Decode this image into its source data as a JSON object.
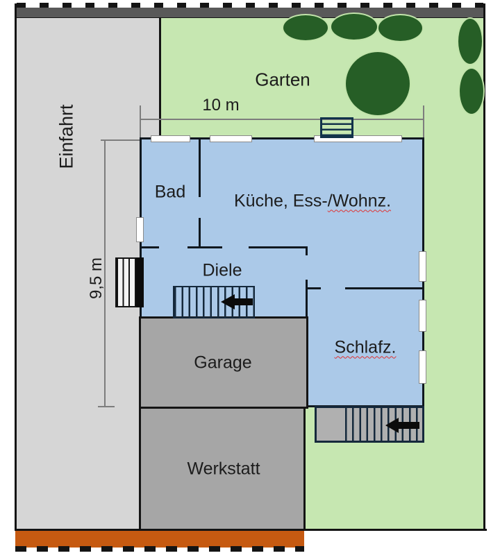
{
  "labels": {
    "driveway": "Einfahrt",
    "garden": "Garten",
    "bath": "Bad",
    "kitchen_living_part1": "Küche, Ess-",
    "kitchen_living_part2": "/Wohnz.",
    "hallway": "Diele",
    "garage": "Garage",
    "bedroom": "Schlafz.",
    "workshop": "Werkstatt"
  },
  "dimensions": {
    "house_width": "10 m",
    "house_depth": "9,5 m"
  },
  "garden_features": {
    "bush_count": 5,
    "tree_count": 1
  },
  "stairs": {
    "hallway_stairs_arrow_direction": "left",
    "bedroom_stairs_arrow_direction": "left"
  },
  "colors": {
    "garden_green": "#c6e7b1",
    "bush_dark_green": "#265e26",
    "driveway_gray": "#d6d6d6",
    "house_blue": "#abc9e8",
    "garage_gray": "#a6a6a6",
    "street_gray": "#595959",
    "curb_orange": "#c65a11",
    "wall_black": "#10181f",
    "dimension_gray": "#7d7d7d",
    "spellcheck_red": "#e03131"
  }
}
